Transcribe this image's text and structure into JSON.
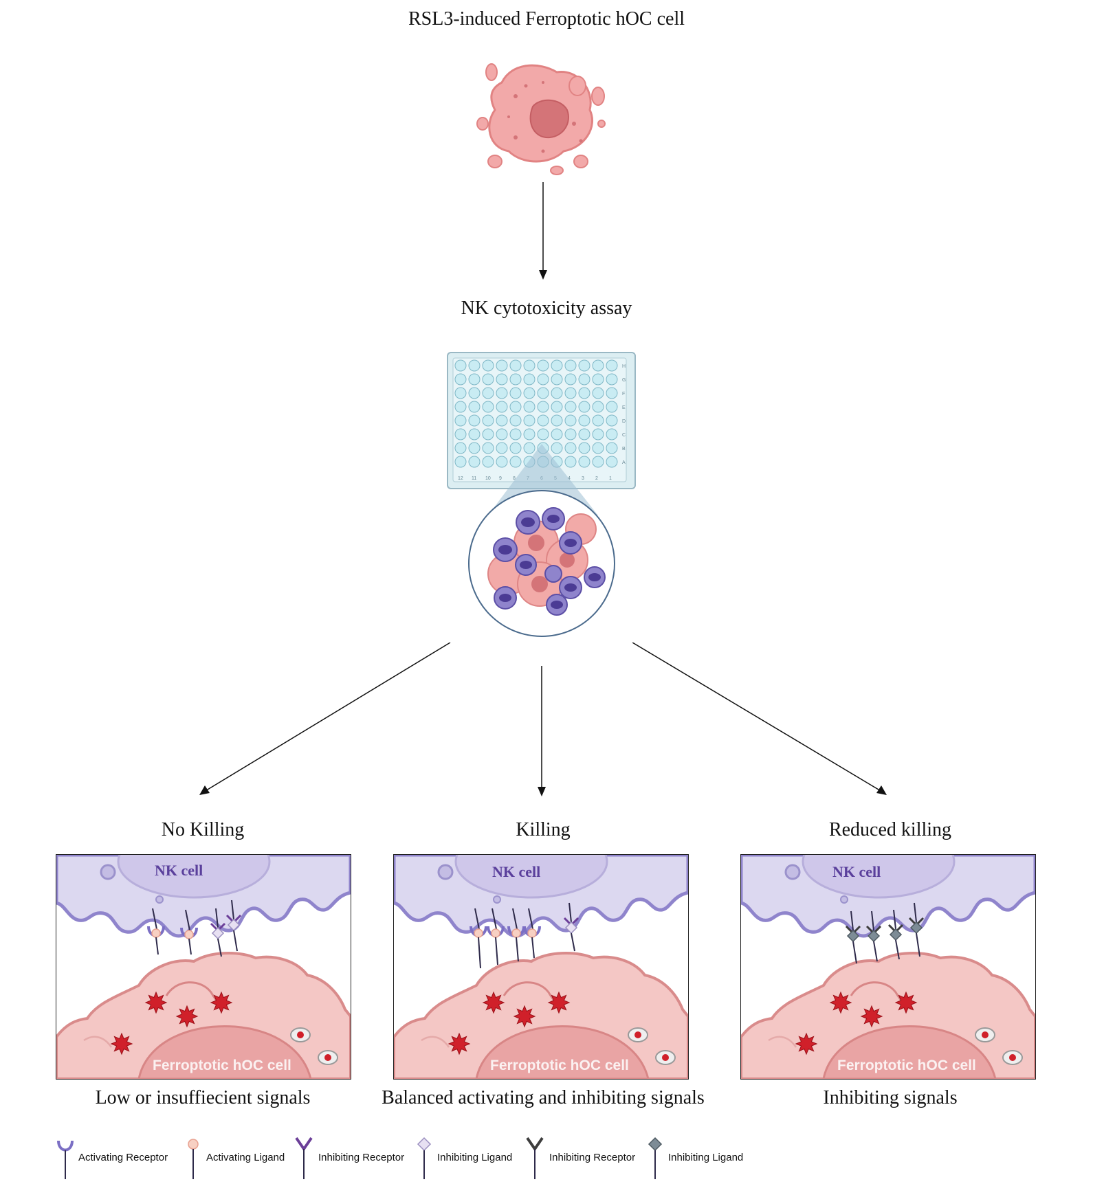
{
  "top_title": "RSL3-induced Ferroptotic hOC cell",
  "assay_title": "NK cytotoxicity assay",
  "plate": {
    "row_letters": [
      "H",
      "G",
      "F",
      "E",
      "D",
      "C",
      "B",
      "A"
    ],
    "col_numbers": [
      "12",
      "11",
      "10",
      "9",
      "8",
      "7",
      "6",
      "5",
      "4",
      "3",
      "2",
      "1"
    ]
  },
  "panels": [
    {
      "title": "No Killing",
      "nk_label": "NK cell",
      "cell_label": "Ferroptotic hOC cell",
      "caption": "Low or insuffiecient signals"
    },
    {
      "title": "Killing",
      "nk_label": "NK cell",
      "cell_label": "Ferroptotic hOC cell",
      "caption": "Balanced activating and inhibiting signals"
    },
    {
      "title": "Reduced killing",
      "nk_label": "NK cell",
      "cell_label": "Ferroptotic hOC cell",
      "caption": "Inhibiting signals"
    }
  ],
  "legend": [
    {
      "icon": "activating-receptor-icon",
      "label": "Activating Receptor",
      "color": "#7b6fc4"
    },
    {
      "icon": "activating-ligand-icon",
      "label": "Activating Ligand",
      "color": "#f2b9a8"
    },
    {
      "icon": "inhibiting-receptor-icon",
      "label": "Inhibiting Receptor",
      "color": "#6b3e98"
    },
    {
      "icon": "inhibiting-ligand-icon",
      "label": "Inhibiting Ligand",
      "color": "#d8cfe9"
    },
    {
      "icon": "inhibiting-receptor-dark-icon",
      "label": "Inhibiting Receptor",
      "color": "#3d3d3d"
    },
    {
      "icon": "inhibiting-ligand-dark-icon",
      "label": "Inhibiting Ligand",
      "color": "#7d8c96"
    }
  ],
  "colors": {
    "nk_cell": "#dcd8f0",
    "nk_membrane": "#8f84cc",
    "tumor_cell": "#f4c7c5",
    "tumor_membrane": "#d98b8b",
    "ros": "#d0202a",
    "plate_well": "#c9ecf3"
  }
}
